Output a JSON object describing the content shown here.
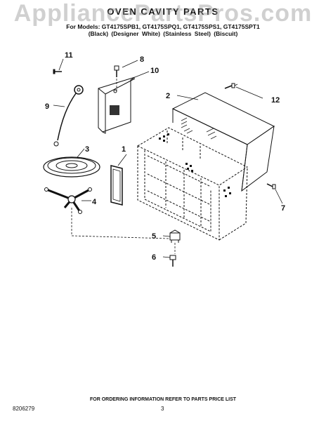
{
  "header": {
    "title": "OVEN CAVITY PARTS",
    "models": "For Models: GT4175SPB1, GT4175SPQ1, GT4175SPS1, GT4175SPT1",
    "finishes": "(Black)     (Designer White) (Stainless Steel) (Biscuit)"
  },
  "watermark": "AppliancePartsPros.com",
  "callouts": [
    "1",
    "2",
    "3",
    "4",
    "5",
    "6",
    "7",
    "8",
    "9",
    "10",
    "11",
    "12"
  ],
  "footer": {
    "note": "FOR ORDERING INFORMATION REFER TO PARTS PRICE LIST",
    "doc_number": "8206279",
    "page_number": "3"
  }
}
